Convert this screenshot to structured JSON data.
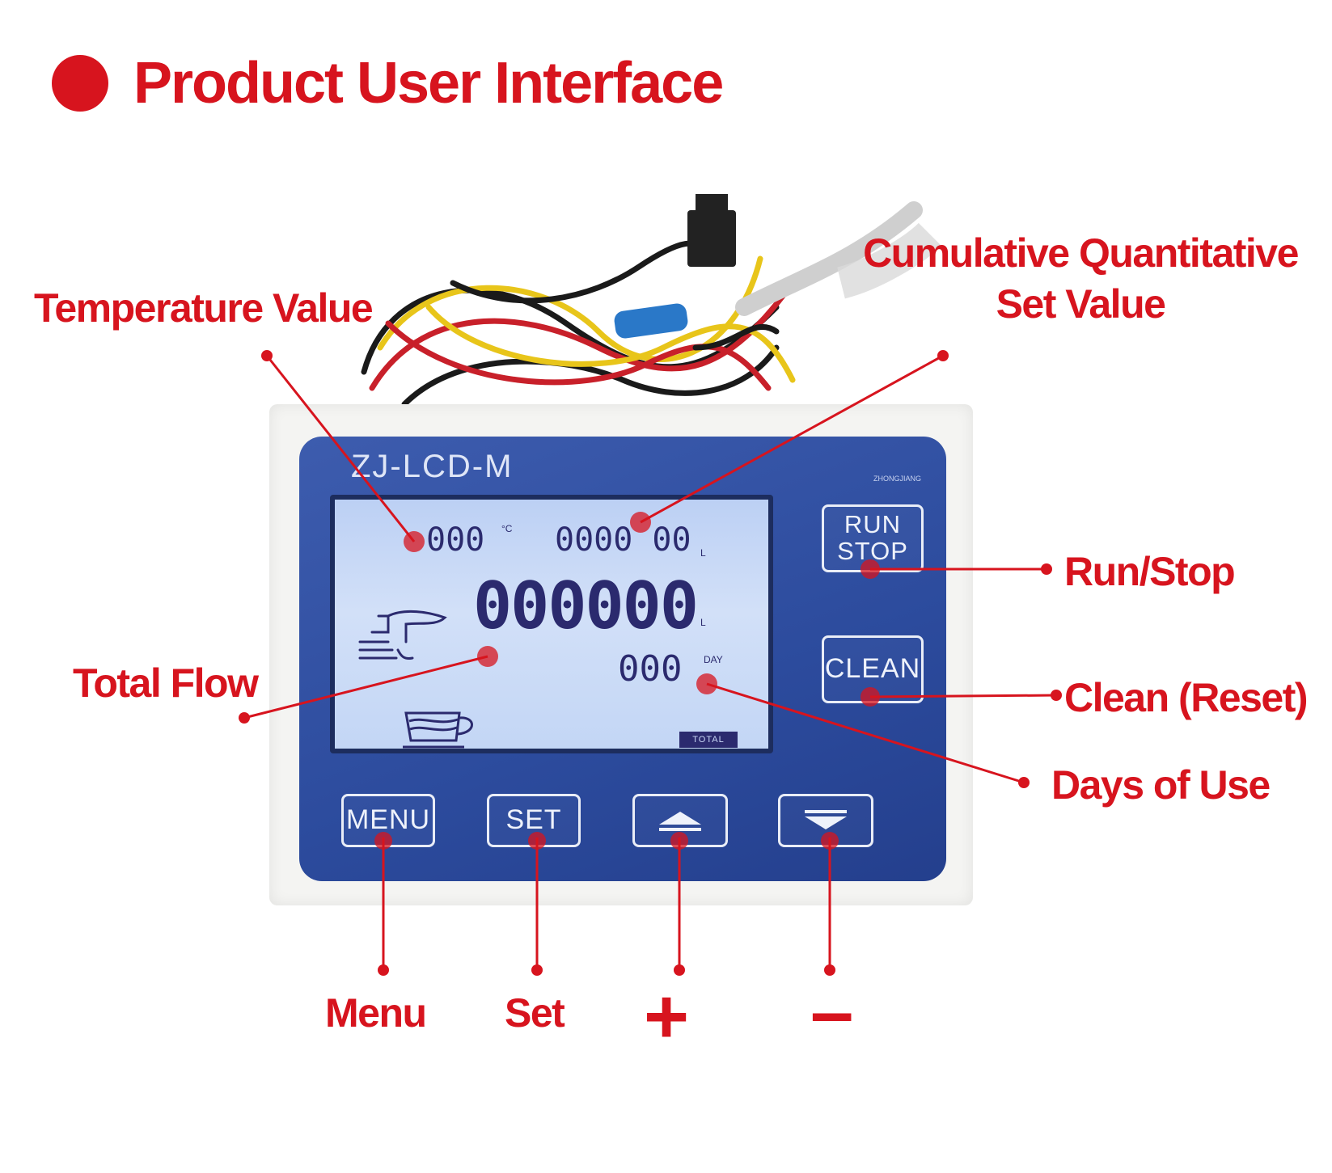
{
  "heading": "Product User Interface",
  "device": {
    "model": "ZJ-LCD-M",
    "brand": "ZHONGJIANG",
    "lcd": {
      "temperature": "000",
      "temperature_unit": "°C",
      "set_value": "0000 00",
      "set_value_unit": "L",
      "total_flow": "000000",
      "total_flow_unit": "L",
      "days": "000",
      "days_unit": "DAY",
      "total_badge": "TOTAL"
    },
    "buttons": {
      "run": "RUN",
      "stop": "STOP",
      "clean": "CLEAN",
      "menu": "MENU",
      "set": "SET"
    }
  },
  "callouts": {
    "temperature": "Temperature Value",
    "cumulative_line1": "Cumulative Quantitative",
    "cumulative_line2": "Set Value",
    "run_stop": "Run/Stop",
    "total_flow": "Total Flow",
    "clean": "Clean (Reset)",
    "days": "Days of Use",
    "menu": "Menu",
    "set": "Set",
    "plus": "+",
    "minus": "–"
  },
  "colors": {
    "accent_red": "#d7141e",
    "panel_blue": "#2c4b9d",
    "lcd_background": "#c8d9f6",
    "lcd_segment": "#2b2a6e"
  },
  "icons": [
    "faucet-icon",
    "cup-icon",
    "up-arrow-icon",
    "down-arrow-icon"
  ]
}
